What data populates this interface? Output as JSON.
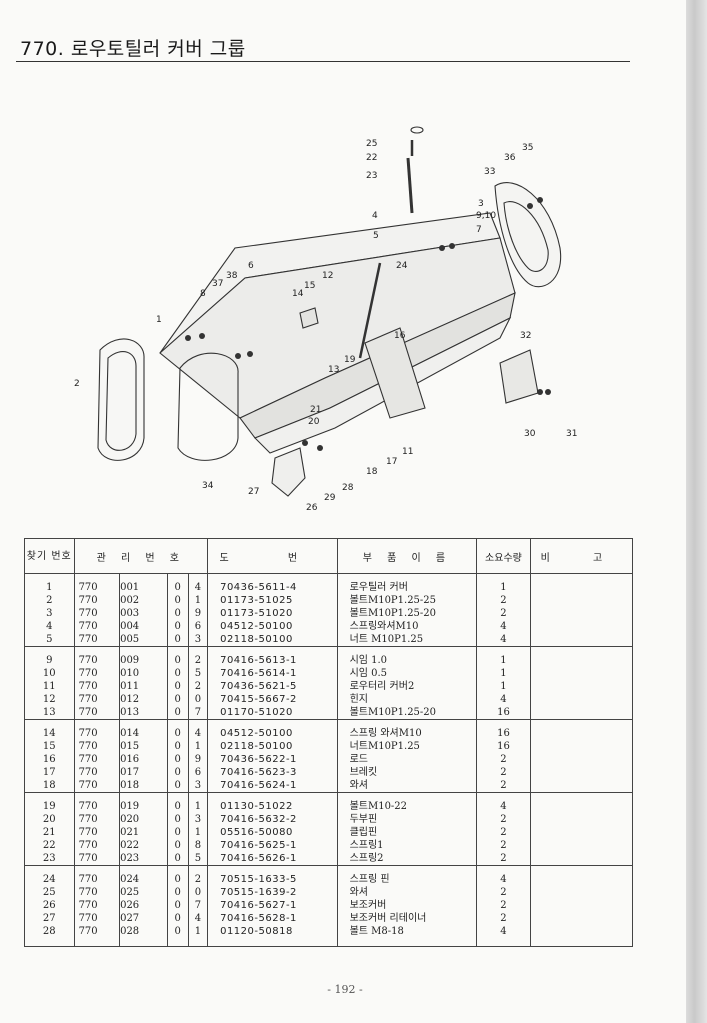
{
  "title": "770. 로우토틸러 커버 그룹",
  "headers": {
    "no": "찾기 번호",
    "mgmt": "관 리 번 호",
    "drawing": "도 번",
    "name": "부 품 이 름",
    "qty": "소요수량",
    "remarks": "비 고"
  },
  "callouts": [
    "1",
    "2",
    "3",
    "4",
    "5",
    "6",
    "7",
    "8",
    "9,10",
    "11",
    "12",
    "13",
    "14",
    "15",
    "16",
    "17",
    "18",
    "19",
    "20",
    "21",
    "22",
    "23",
    "24",
    "25",
    "26",
    "27",
    "28",
    "29",
    "30",
    "31",
    "32",
    "33",
    "34",
    "35",
    "36",
    "37",
    "38"
  ],
  "rows": [
    {
      "no": "1",
      "m1": "770",
      "m2": "001",
      "m3": "0",
      "m4": "4",
      "dw": "70436-5611-4",
      "name": "로우틸러 커버",
      "qty": "1"
    },
    {
      "no": "2",
      "m1": "770",
      "m2": "002",
      "m3": "0",
      "m4": "1",
      "dw": "01173-51025",
      "name": "볼트M10P1.25-25",
      "qty": "2"
    },
    {
      "no": "3",
      "m1": "770",
      "m2": "003",
      "m3": "0",
      "m4": "9",
      "dw": "01173-51020",
      "name": "볼트M10P1.25-20",
      "qty": "2"
    },
    {
      "no": "4",
      "m1": "770",
      "m2": "004",
      "m3": "0",
      "m4": "6",
      "dw": "04512-50100",
      "name": "스프링와셔M10",
      "qty": "4"
    },
    {
      "no": "5",
      "m1": "770",
      "m2": "005",
      "m3": "0",
      "m4": "3",
      "dw": "02118-50100",
      "name": "너트 M10P1.25",
      "qty": "4"
    },
    {
      "no": "9",
      "m1": "770",
      "m2": "009",
      "m3": "0",
      "m4": "2",
      "dw": "70416-5613-1",
      "name": "시임 1.0",
      "qty": "1"
    },
    {
      "no": "10",
      "m1": "770",
      "m2": "010",
      "m3": "0",
      "m4": "5",
      "dw": "70416-5614-1",
      "name": "시임 0.5",
      "qty": "1"
    },
    {
      "no": "11",
      "m1": "770",
      "m2": "011",
      "m3": "0",
      "m4": "2",
      "dw": "70436-5621-5",
      "name": "로우터리 커버2",
      "qty": "1"
    },
    {
      "no": "12",
      "m1": "770",
      "m2": "012",
      "m3": "0",
      "m4": "0",
      "dw": "70415-5667-2",
      "name": "힌지",
      "qty": "4"
    },
    {
      "no": "13",
      "m1": "770",
      "m2": "013",
      "m3": "0",
      "m4": "7",
      "dw": "01170-51020",
      "name": "볼트M10P1.25-20",
      "qty": "16"
    },
    {
      "no": "14",
      "m1": "770",
      "m2": "014",
      "m3": "0",
      "m4": "4",
      "dw": "04512-50100",
      "name": "스프링 와셔M10",
      "qty": "16"
    },
    {
      "no": "15",
      "m1": "770",
      "m2": "015",
      "m3": "0",
      "m4": "1",
      "dw": "02118-50100",
      "name": "너트M10P1.25",
      "qty": "16"
    },
    {
      "no": "16",
      "m1": "770",
      "m2": "016",
      "m3": "0",
      "m4": "9",
      "dw": "70436-5622-1",
      "name": "로드",
      "qty": "2"
    },
    {
      "no": "17",
      "m1": "770",
      "m2": "017",
      "m3": "0",
      "m4": "6",
      "dw": "70416-5623-3",
      "name": "브레킷",
      "qty": "2"
    },
    {
      "no": "18",
      "m1": "770",
      "m2": "018",
      "m3": "0",
      "m4": "3",
      "dw": "70416-5624-1",
      "name": "와셔",
      "qty": "2"
    },
    {
      "no": "19",
      "m1": "770",
      "m2": "019",
      "m3": "0",
      "m4": "1",
      "dw": "01130-51022",
      "name": "볼트M10-22",
      "qty": "4"
    },
    {
      "no": "20",
      "m1": "770",
      "m2": "020",
      "m3": "0",
      "m4": "3",
      "dw": "70416-5632-2",
      "name": "두부핀",
      "qty": "2"
    },
    {
      "no": "21",
      "m1": "770",
      "m2": "021",
      "m3": "0",
      "m4": "1",
      "dw": "05516-50080",
      "name": "클립핀",
      "qty": "2"
    },
    {
      "no": "22",
      "m1": "770",
      "m2": "022",
      "m3": "0",
      "m4": "8",
      "dw": "70416-5625-1",
      "name": "스프링1",
      "qty": "2"
    },
    {
      "no": "23",
      "m1": "770",
      "m2": "023",
      "m3": "0",
      "m4": "5",
      "dw": "70416-5626-1",
      "name": "스프링2",
      "qty": "2"
    },
    {
      "no": "24",
      "m1": "770",
      "m2": "024",
      "m3": "0",
      "m4": "2",
      "dw": "70515-1633-5",
      "name": "스프링 핀",
      "qty": "4"
    },
    {
      "no": "25",
      "m1": "770",
      "m2": "025",
      "m3": "0",
      "m4": "0",
      "dw": "70515-1639-2",
      "name": "와셔",
      "qty": "2"
    },
    {
      "no": "26",
      "m1": "770",
      "m2": "026",
      "m3": "0",
      "m4": "7",
      "dw": "70416-5627-1",
      "name": "보조커버",
      "qty": "2"
    },
    {
      "no": "27",
      "m1": "770",
      "m2": "027",
      "m3": "0",
      "m4": "4",
      "dw": "70416-5628-1",
      "name": "보조커버 리테이너",
      "qty": "2"
    },
    {
      "no": "28",
      "m1": "770",
      "m2": "028",
      "m3": "0",
      "m4": "1",
      "dw": "01120-50818",
      "name": "볼트 M8-18",
      "qty": "4"
    }
  ],
  "page_number": "- 192 -"
}
